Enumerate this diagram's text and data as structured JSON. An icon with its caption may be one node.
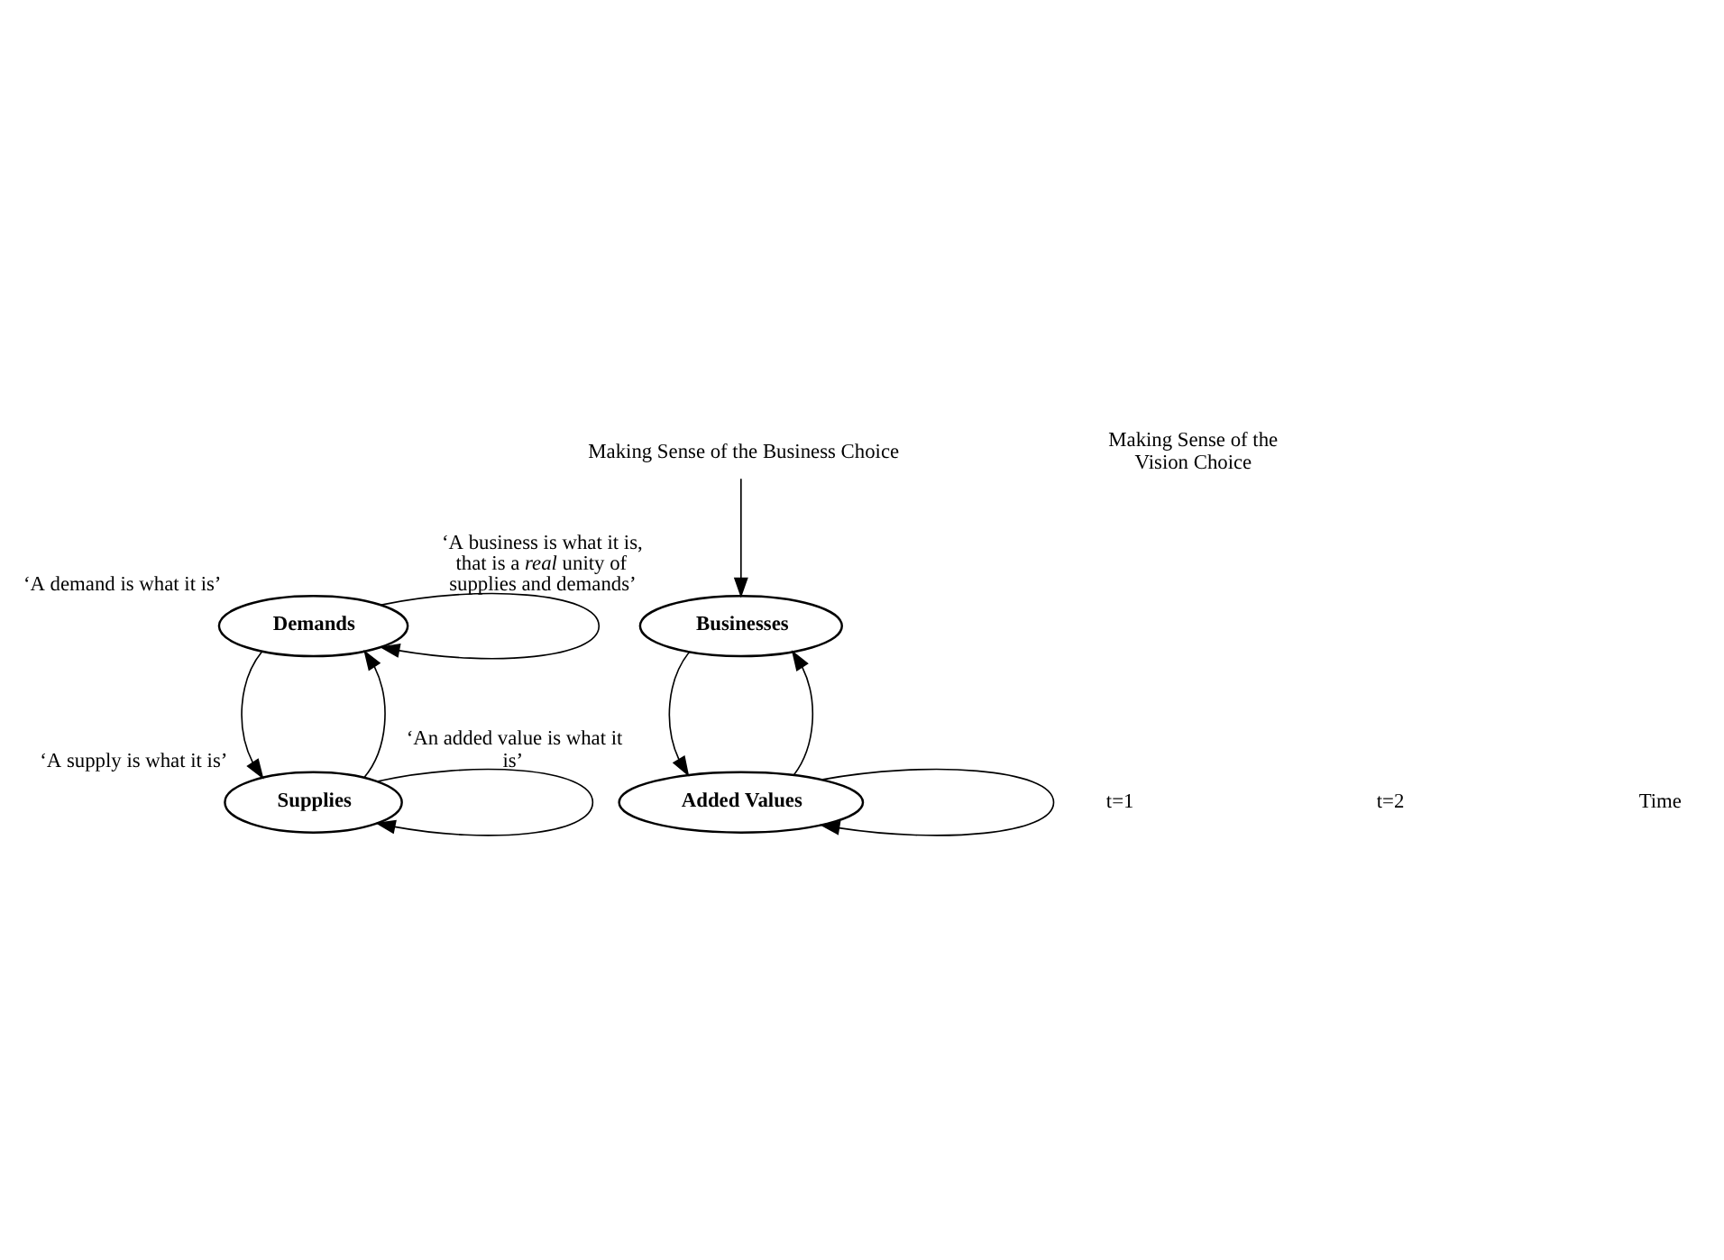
{
  "diagram": {
    "nodes": [
      {
        "text": [
          "Demands"
        ],
        "beside": [
          "‘A demand is what it is’"
        ]
      },
      {
        "text": [
          "Supplies"
        ],
        "beside": [
          "‘A supply is what it is’"
        ]
      },
      {
        "text": [
          "Making Sense of the Business Choice"
        ]
      },
      {
        "text": [
          "Businesses"
        ],
        "beside": [
          "‘A business is what it is, that is a *real* unity of supplies and demands’"
        ]
      },
      {
        "text": [
          "Added Values"
        ],
        "beside": [
          "‘An added value is what it is’"
        ]
      }
    ],
    "edges": [
      {
        "from": 0,
        "to": 0,
        "arrow": "to"
      },
      {
        "from": 0,
        "to": 1,
        "arrow": "to"
      },
      {
        "from": 1,
        "to": 0,
        "arrow": "to"
      },
      {
        "from": 1,
        "to": 1,
        "arrow": "to"
      },
      {
        "from": 2,
        "to": 3,
        "arrow": "to"
      },
      {
        "from": 3,
        "to": 4,
        "arrow": "to"
      },
      {
        "from": 4,
        "to": 3,
        "arrow": "to"
      },
      {
        "from": 4,
        "to": 4,
        "arrow": "to"
      }
    ],
    "labels": [
      "Making Sense of the Vision Choice",
      "t=1",
      "t=2",
      "Time"
    ]
  }
}
